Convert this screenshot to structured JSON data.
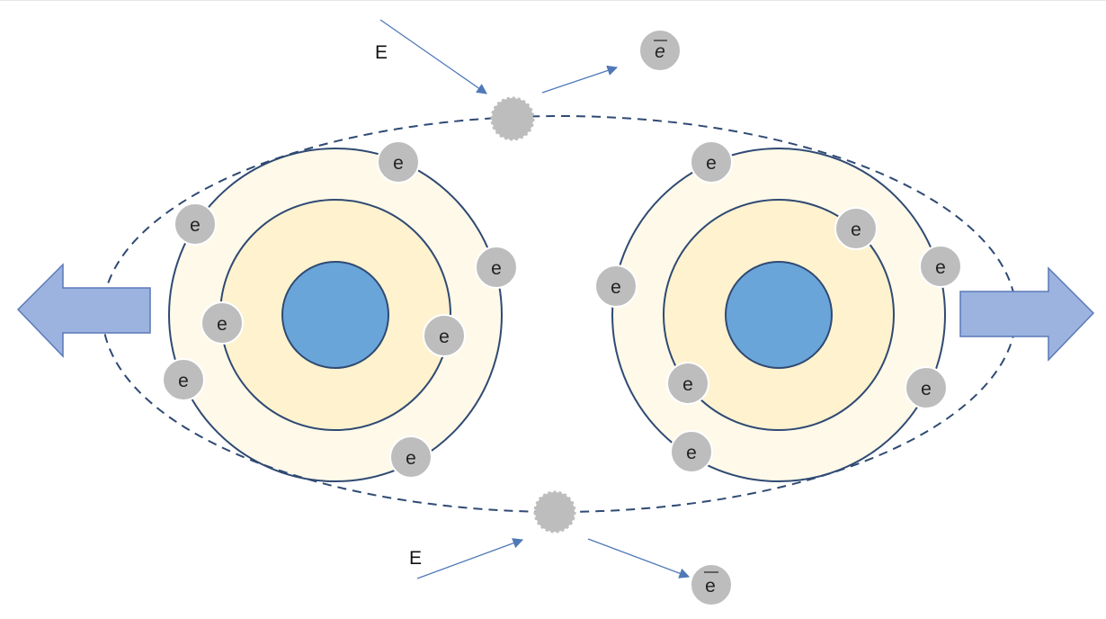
{
  "colors": {
    "outer_shell": "#fef9e9",
    "inner_shell": "#fef2cf",
    "nucleus": "#6aa5d9",
    "outline": "#2f4a73",
    "electron": "#bdbdbd",
    "particle": "#bdbdbd",
    "arrow_fill": "#9bb3de",
    "arrow_stroke": "#5b79b8",
    "ray": "#4f78b8"
  },
  "electron_symbol": "e",
  "antielectron_symbol": "e",
  "energy_top_label": "E",
  "energy_bottom_label": "E",
  "icons": [
    "left-arrow-icon",
    "right-arrow-icon",
    "incoming-energy-arrow-icon",
    "outgoing-particle-arrow-icon"
  ]
}
